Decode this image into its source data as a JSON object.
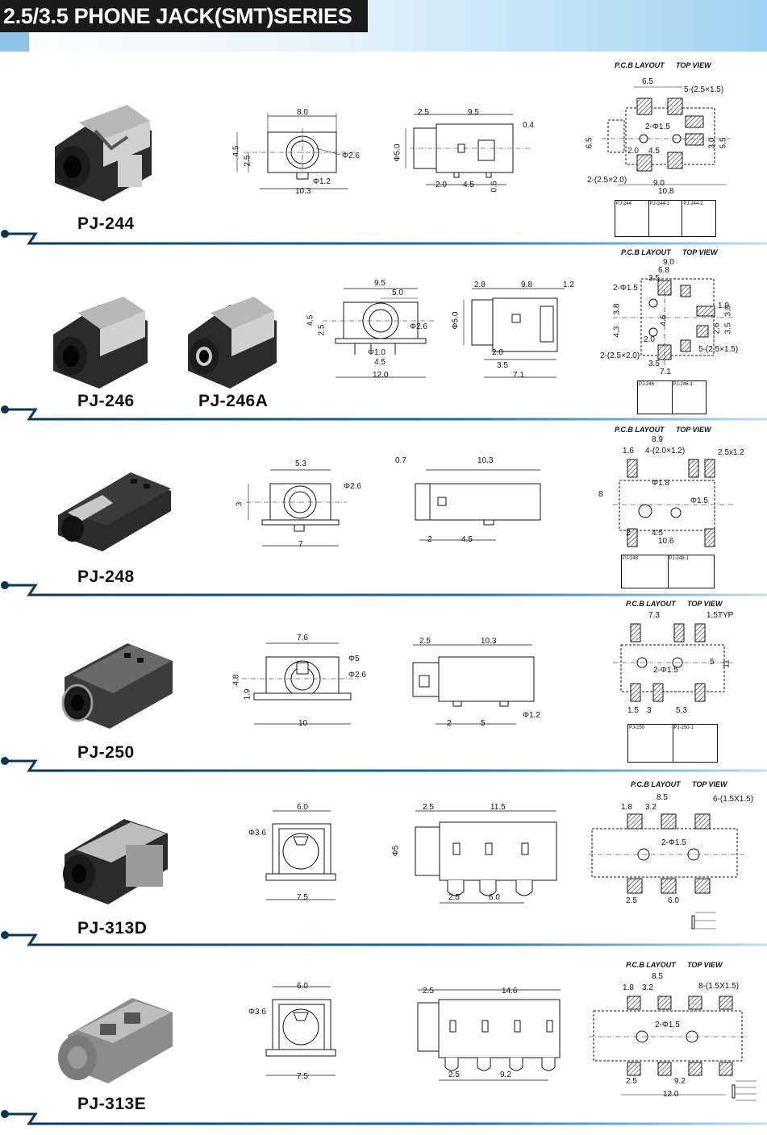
{
  "header": {
    "title": "2.5/3.5 PHONE JACK(SMT)SERIES"
  },
  "common": {
    "pcb_label": "P.C.B LAYOUT",
    "view_label": "TOP VIEW"
  },
  "sections": [
    {
      "models": [
        "PJ-244"
      ],
      "front": {
        "width": "8.0",
        "height": "4.5",
        "half": "2.5",
        "hole": "Φ2.6",
        "pin": "Φ1.2",
        "base": "10.3"
      },
      "side": {
        "top1": "2.5",
        "top2": "9.5",
        "tip": "0.4",
        "dia": "Φ5.0",
        "b1": "2.0",
        "b2": "4.5",
        "b3": "0.6"
      },
      "pcb": {
        "d1": "6.5",
        "pads": "5-(2.5×1.5)",
        "hole": "2-Φ1.5",
        "h": "6.5",
        "h2": "3.0",
        "h3": "5.5",
        "n20": "2.0",
        "n45": "4.5",
        "slots": "2-(2.5×2.0)",
        "w9": "9.0",
        "w10": "10.8"
      },
      "schem": [
        "PJ-244",
        "PJ-244-1",
        "PJ-244-2"
      ]
    },
    {
      "models": [
        "PJ-246",
        "PJ-246A"
      ],
      "front": {
        "width": "9.5",
        "w2": "5.0",
        "height": "4.5",
        "half": "2.5",
        "hole": "Φ2.6",
        "pin": "Φ1.0",
        "b1": "4.5",
        "base": "12.0"
      },
      "side": {
        "top1": "2.8",
        "top2": "9.8",
        "tip": "1.2",
        "dia": "Φ5.0",
        "b1": "2.0",
        "b2": "3.5",
        "b3": "7.1"
      },
      "pcb": {
        "w9": "9.0",
        "w68": "6.8",
        "w35": "3.5",
        "hole": "2-Φ1.5",
        "h38": "3.8",
        "h43": "4.3",
        "h46": "4.6",
        "h10": "1.0",
        "h30": "3.0",
        "h26": "2.6",
        "h35": "3.5",
        "n20": "2.0",
        "slots": "2-(2.5×2.0)",
        "pads": "5-(2.5×1.5)",
        "b35": "3.5",
        "b71": "7.1"
      },
      "schem": [
        "PJ-246",
        "PJ-246-1"
      ]
    },
    {
      "models": [
        "PJ-248"
      ],
      "front": {
        "width": "5.3",
        "height": "3",
        "hole": "Φ2.6",
        "base": "7"
      },
      "side": {
        "tip": "0.7",
        "top": "10.3",
        "b1": "2",
        "b2": "4.5"
      },
      "pcb": {
        "w89": "8.9",
        "w16": "1.6",
        "slots": "4-(2.0×1.2)",
        "pad": "2.5x1.2",
        "hole1": "Φ1.8",
        "hole2": "Φ1.5",
        "h": "8",
        "b2": "2",
        "b45": "4.5",
        "b106": "10.6"
      },
      "schem": [
        "PJ-248",
        "PJ-248-1"
      ]
    },
    {
      "models": [
        "PJ-250"
      ],
      "front": {
        "width": "7.6",
        "h1": "4.8",
        "h2": "1.9",
        "hole1": "Φ5",
        "hole2": "Φ2.6",
        "base": "10"
      },
      "side": {
        "top1": "2.5",
        "top2": "10.3",
        "b1": "2",
        "b2": "5",
        "pin": "Φ1.2"
      },
      "pcb": {
        "w73": "7.3",
        "typ": "1.5TYP",
        "hole": "2-Φ1.5",
        "h5": "5",
        "h11": "11",
        "b15": "1.5",
        "b3": "3",
        "b53": "5.3"
      },
      "schem": [
        "PJ-250",
        "PJ-250-1"
      ]
    },
    {
      "models": [
        "PJ-313D"
      ],
      "front": {
        "width": "6.0",
        "hole": "Φ3.6",
        "base": "7.5"
      },
      "side": {
        "top1": "2.5",
        "top2": "11.5",
        "dia": "Φ5",
        "b1": "2.5",
        "b2": "6.0"
      },
      "pcb": {
        "w85": "8.5",
        "w18": "1.8",
        "w32": "3.2",
        "pads": "6-(1.5X1.5)",
        "hole": "2-Φ1.5",
        "b25": "2.5",
        "b60": "6.0"
      },
      "schem": []
    },
    {
      "models": [
        "PJ-313E"
      ],
      "front": {
        "width": "6.0",
        "hole": "Φ3.6",
        "base": "7.5"
      },
      "side": {
        "top1": "2.5",
        "top2": "14.6",
        "b1": "2.5",
        "b2": "9.2"
      },
      "pcb": {
        "w85": "8.5",
        "w18": "1.8",
        "w32": "3.2",
        "pads": "8-(1.5X1.5)",
        "hole": "2-Φ1.5",
        "b25": "2.5",
        "b92": "9.2",
        "b120": "12.0"
      },
      "schem": []
    }
  ],
  "colors": {
    "banner_dark": "#1a1a1a",
    "accent": "#1d6fa8",
    "sep_dark": "#0b3550"
  }
}
